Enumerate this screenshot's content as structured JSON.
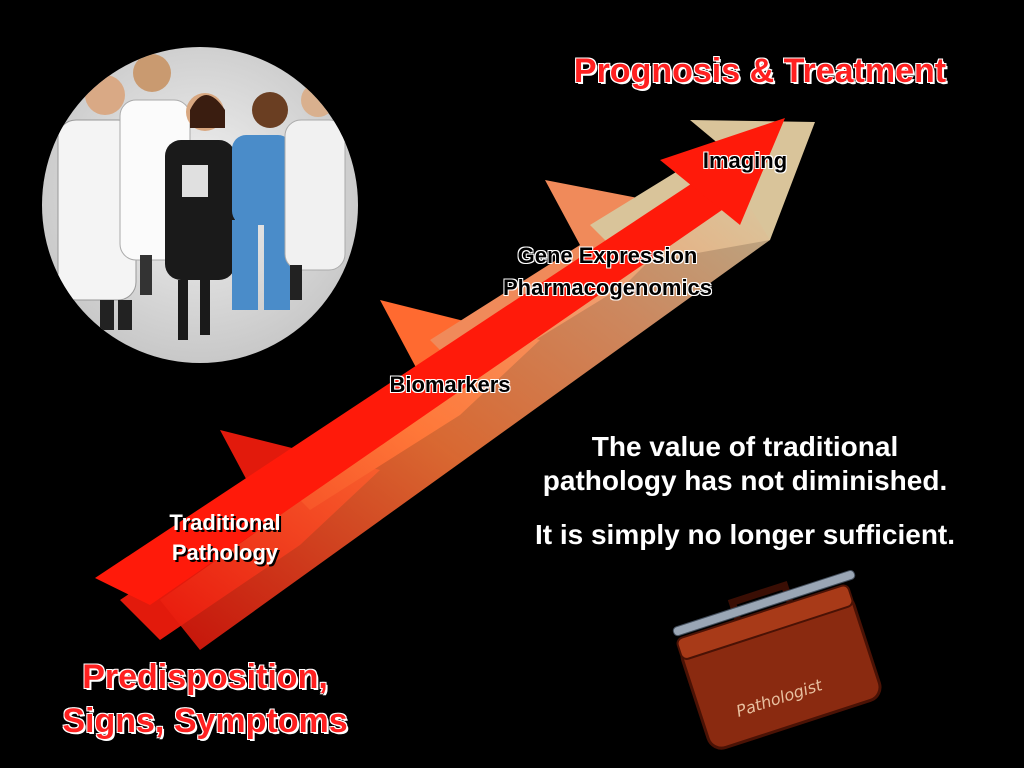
{
  "slide": {
    "title_top": "Prognosis & Treatment",
    "title_bottom_line1": "Predisposition,",
    "title_bottom_line2": "Signs, Symptoms",
    "stages": [
      {
        "label_line1": "Traditional",
        "label_line2": "Pathology"
      },
      {
        "label_line1": "Biomarkers",
        "label_line2": ""
      },
      {
        "label_line1": "Gene Expression",
        "label_line2": "Pharmacogenomics"
      },
      {
        "label_line1": "Imaging",
        "label_line2": ""
      }
    ],
    "message_line1": "The value of traditional",
    "message_line2": "pathology has not diminished.",
    "message_line3": "It is simply no longer sufficient.",
    "toolbox_label": "Pathologist",
    "colors": {
      "background": "#000000",
      "main_arrow": "#ff1a0a",
      "title": "#ff2020",
      "toolbox": "#8a2a10"
    },
    "icons": [
      "medical-team-photo",
      "pathologist-toolbox-icon"
    ]
  }
}
